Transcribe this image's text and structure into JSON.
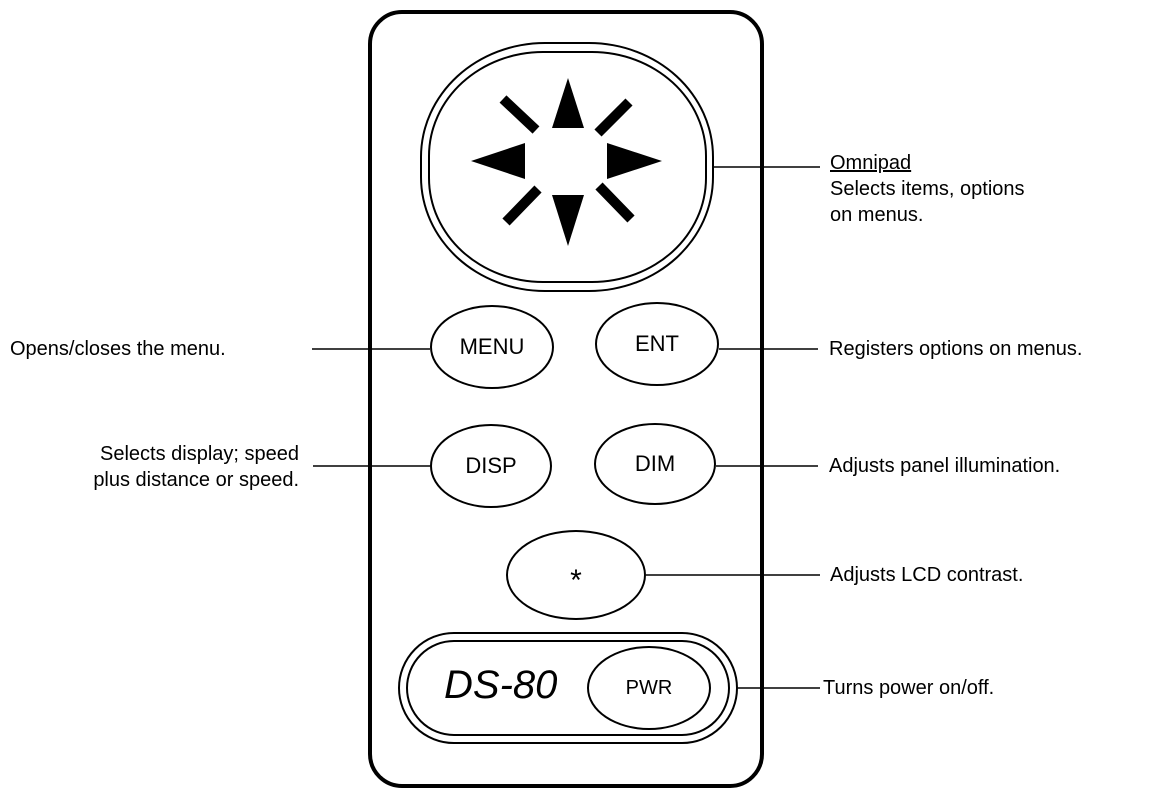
{
  "keys": {
    "menu": "MENU",
    "ent": "ENT",
    "disp": "DISP",
    "dim": "DIM",
    "star": "*",
    "pwr": "PWR"
  },
  "model": "DS-80",
  "callouts": {
    "omnipad_title": "Omnipad",
    "omnipad_line1": "Selects items, options",
    "omnipad_line2": "on menus.",
    "menu": "Opens/closes the menu.",
    "ent": "Registers options on menus.",
    "disp_line1": "Selects display; speed",
    "disp_line2": "plus distance or speed.",
    "dim": "Adjusts panel illumination.",
    "star": "Adjusts LCD contrast.",
    "pwr": "Turns power on/off."
  }
}
